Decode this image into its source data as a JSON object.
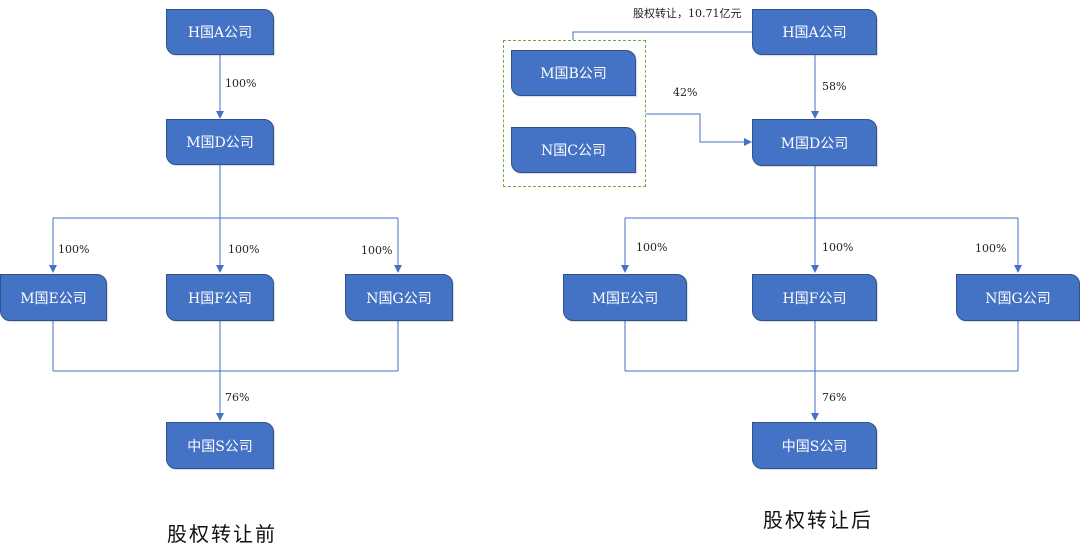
{
  "left": {
    "caption": "股权转让前",
    "nodes": {
      "h_a": "H国A公司",
      "m_d": "M国D公司",
      "m_e": "M国E公司",
      "h_f": "H国F公司",
      "n_g": "N国G公司",
      "cn_s": "中国S公司"
    },
    "percents": {
      "a_to_d": "100%",
      "d_to_e": "100%",
      "d_to_f": "100%",
      "d_to_g": "100%",
      "to_s": "76%"
    }
  },
  "right": {
    "caption": "股权转让后",
    "transfer_label": "股权转让，10.71亿元",
    "nodes": {
      "h_a": "H国A公司",
      "m_b": "M国B公司",
      "n_c": "N国C公司",
      "m_d": "M国D公司",
      "m_e": "M国E公司",
      "h_f": "H国F公司",
      "n_g": "N国G公司",
      "cn_s": "中国S公司"
    },
    "percents": {
      "a_to_d": "58%",
      "bc_to_d": "42%",
      "d_to_e": "100%",
      "d_to_f": "100%",
      "d_to_g": "100%",
      "to_s": "76%"
    }
  },
  "colors": {
    "node_fill": "#4472c4",
    "node_border": "#2f528f",
    "connector": "#4472c4",
    "group_border": "#70ad47"
  }
}
